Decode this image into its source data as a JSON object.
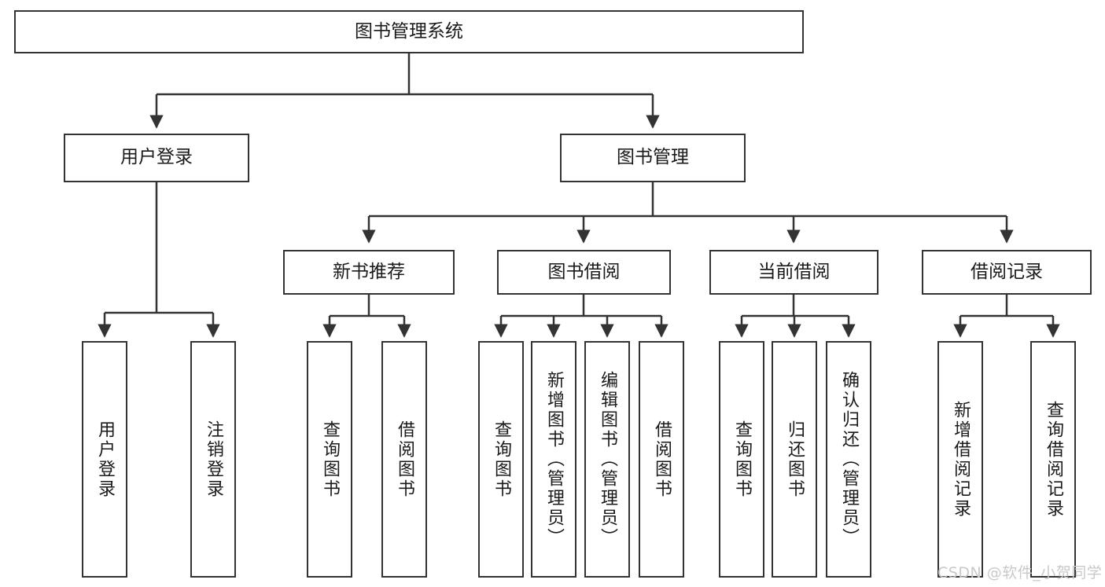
{
  "diagram": {
    "title": "图书管理系统",
    "watermark": "CSDN @软件_小贺同学",
    "stroke_color": "#333333",
    "background_color": "#ffffff",
    "text_color": "#1a1a1a",
    "watermark_color": "#c9c9c9"
  },
  "nodes": {
    "root": {
      "label": "图书管理系统"
    },
    "level2": [
      {
        "label": "用户登录"
      },
      {
        "label": "图书管理"
      }
    ],
    "level3": [
      {
        "label": "新书推荐"
      },
      {
        "label": "图书借阅"
      },
      {
        "label": "当前借阅"
      },
      {
        "label": "借阅记录"
      }
    ],
    "leaves": {
      "user_login": [
        {
          "label": "用户登录"
        },
        {
          "label": "注销登录"
        }
      ],
      "new_book": [
        {
          "label": "查询图书"
        },
        {
          "label": "借阅图书"
        }
      ],
      "borrow_book": [
        {
          "label": "查询图书"
        },
        {
          "label": "新增图书（管理员）"
        },
        {
          "label": "编辑图书（管理员）"
        },
        {
          "label": "借阅图书"
        }
      ],
      "current_borrow": [
        {
          "label": "查询图书"
        },
        {
          "label": "归还图书"
        },
        {
          "label": "确认归还（管理员）"
        }
      ],
      "borrow_record": [
        {
          "label": "新增借阅记录"
        },
        {
          "label": "查询借阅记录"
        }
      ]
    }
  }
}
